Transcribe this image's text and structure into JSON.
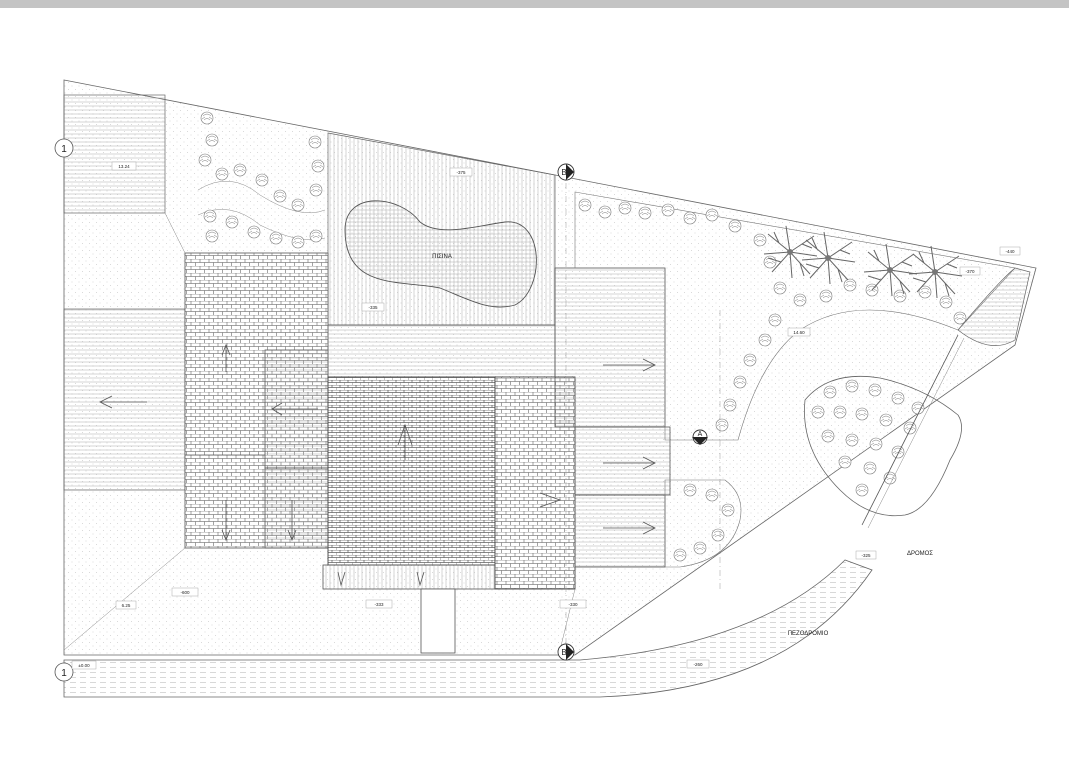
{
  "labels": {
    "pool": "ΠΙΣΙΝΑ",
    "road": "ΔΡΟΜΟΣ",
    "sidewalk": "ΠΕΖΟΔΡΟΜΙΟ"
  },
  "section_markers": {
    "s1_top": "1",
    "s1_bottom": "1",
    "sB_top": "B",
    "sB_bottom": "B",
    "sA": "A"
  },
  "elevations": {
    "e_13_24": "13.24",
    "e_375": "-375",
    "e_440": "-440",
    "e_370": "-370",
    "e_1460": "14.60",
    "e_335": "-335",
    "e_325": "-325",
    "e_600": "-600",
    "e_625": "6.25",
    "e_333": "-333",
    "e_330": "-330",
    "e_0_00": "±0.00",
    "e_260": "-260"
  },
  "colors": {
    "line": "#555555",
    "hatch": "#9a9a9a",
    "topbar": "#c4c4c4"
  }
}
